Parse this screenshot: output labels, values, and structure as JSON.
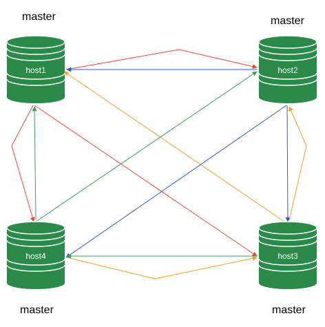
{
  "nodes": [
    {
      "id": "host1",
      "name": "host1",
      "role": "master"
    },
    {
      "id": "host2",
      "name": "host2",
      "role": "master"
    },
    {
      "id": "host3",
      "name": "host3",
      "role": "master"
    },
    {
      "id": "host4",
      "name": "host4",
      "role": "master"
    }
  ],
  "colors": {
    "node_fill": "#2a8a4a",
    "node_line": "#ffffff",
    "red": "#e8483a",
    "blue": "#3656c8",
    "green": "#3d9b5c",
    "orange": "#f0a030"
  },
  "edges": [
    {
      "from": "host1",
      "to": "host2",
      "color": "red",
      "style": "bent"
    },
    {
      "from": "host2",
      "to": "host1",
      "color": "blue",
      "style": "straight"
    },
    {
      "from": "host1",
      "to": "host3",
      "color": "red",
      "style": "straight"
    },
    {
      "from": "host3",
      "to": "host1",
      "color": "orange",
      "style": "straight"
    },
    {
      "from": "host1",
      "to": "host4",
      "color": "red",
      "style": "bent"
    },
    {
      "from": "host4",
      "to": "host1",
      "color": "green",
      "style": "straight"
    },
    {
      "from": "host4",
      "to": "host2",
      "color": "green",
      "style": "straight"
    },
    {
      "from": "host2",
      "to": "host4",
      "color": "blue",
      "style": "straight"
    },
    {
      "from": "host2",
      "to": "host3",
      "color": "blue",
      "style": "straight"
    },
    {
      "from": "host3",
      "to": "host2",
      "color": "orange",
      "style": "bent"
    },
    {
      "from": "host3",
      "to": "host4",
      "color": "green",
      "style": "straight"
    },
    {
      "from": "host4",
      "to": "host3",
      "color": "orange",
      "style": "bent"
    }
  ]
}
